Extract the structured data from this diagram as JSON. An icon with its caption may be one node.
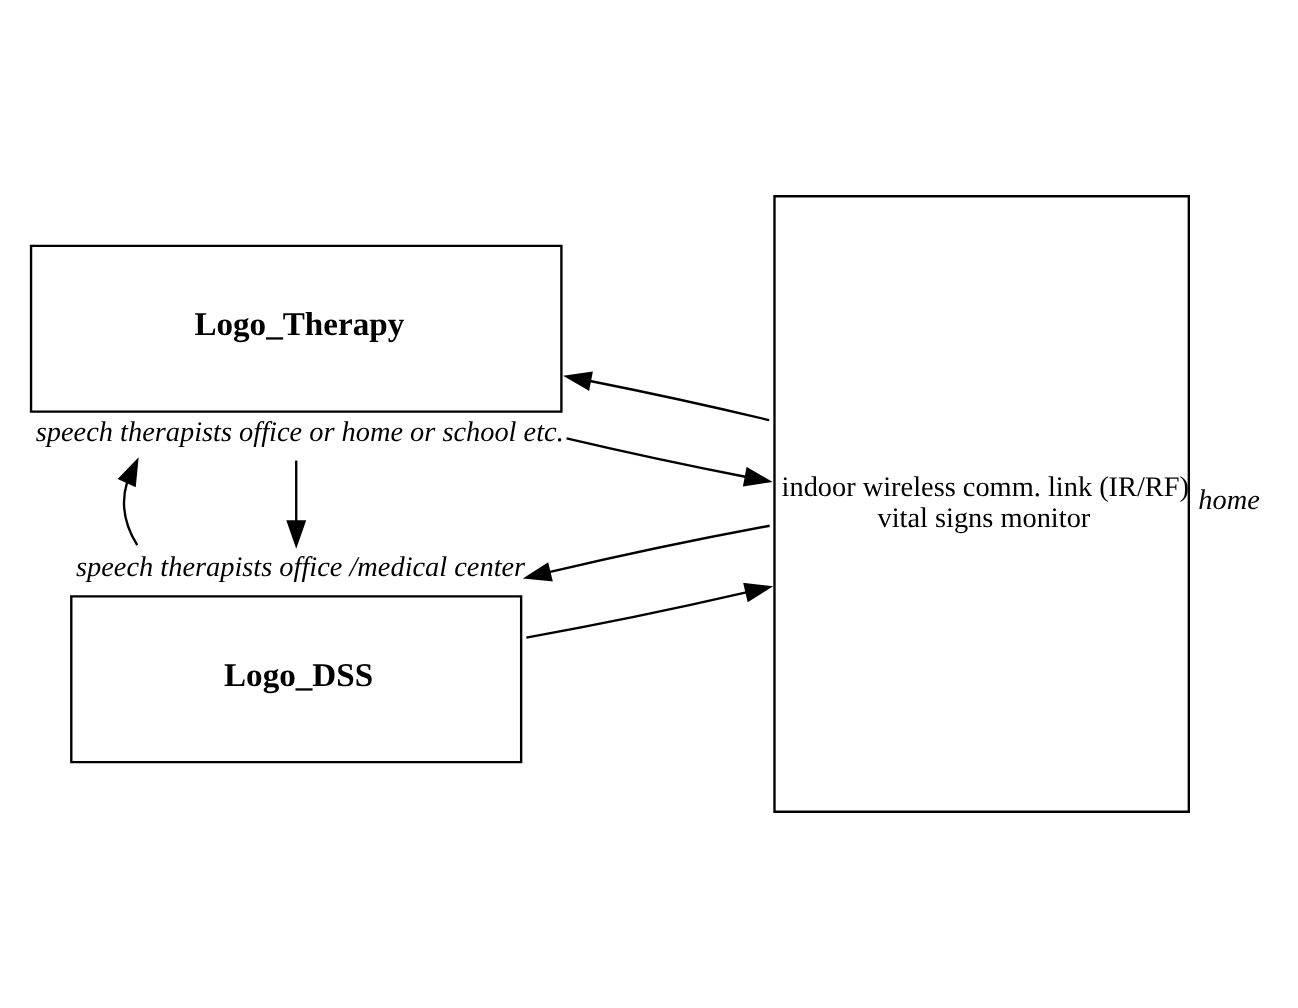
{
  "diagram": {
    "nodes": [
      {
        "text": [
          "Logo_DSS"
        ],
        "beside": [
          "speech therapists office /medical center"
        ]
      },
      {
        "text": [
          "Logo_Therapy"
        ],
        "beside": [
          "speech therapists office or home or school etc."
        ]
      },
      {
        "text": [
          "indoor wireless comm. link (IR/RF)",
          "vital signs monitor"
        ],
        "beside": [
          "home"
        ]
      }
    ],
    "edges": [
      {
        "from": 0,
        "to": 2,
        "arrow": "to"
      },
      {
        "from": 2,
        "to": 0,
        "arrow": "to"
      },
      {
        "from": 1,
        "to": 0,
        "arrow": "to"
      },
      {
        "from": 0,
        "to": 1,
        "arrow": "to"
      },
      {
        "from": 1,
        "to": 2,
        "arrow": "to"
      },
      {
        "from": 2,
        "to": 1,
        "arrow": "to"
      }
    ]
  }
}
